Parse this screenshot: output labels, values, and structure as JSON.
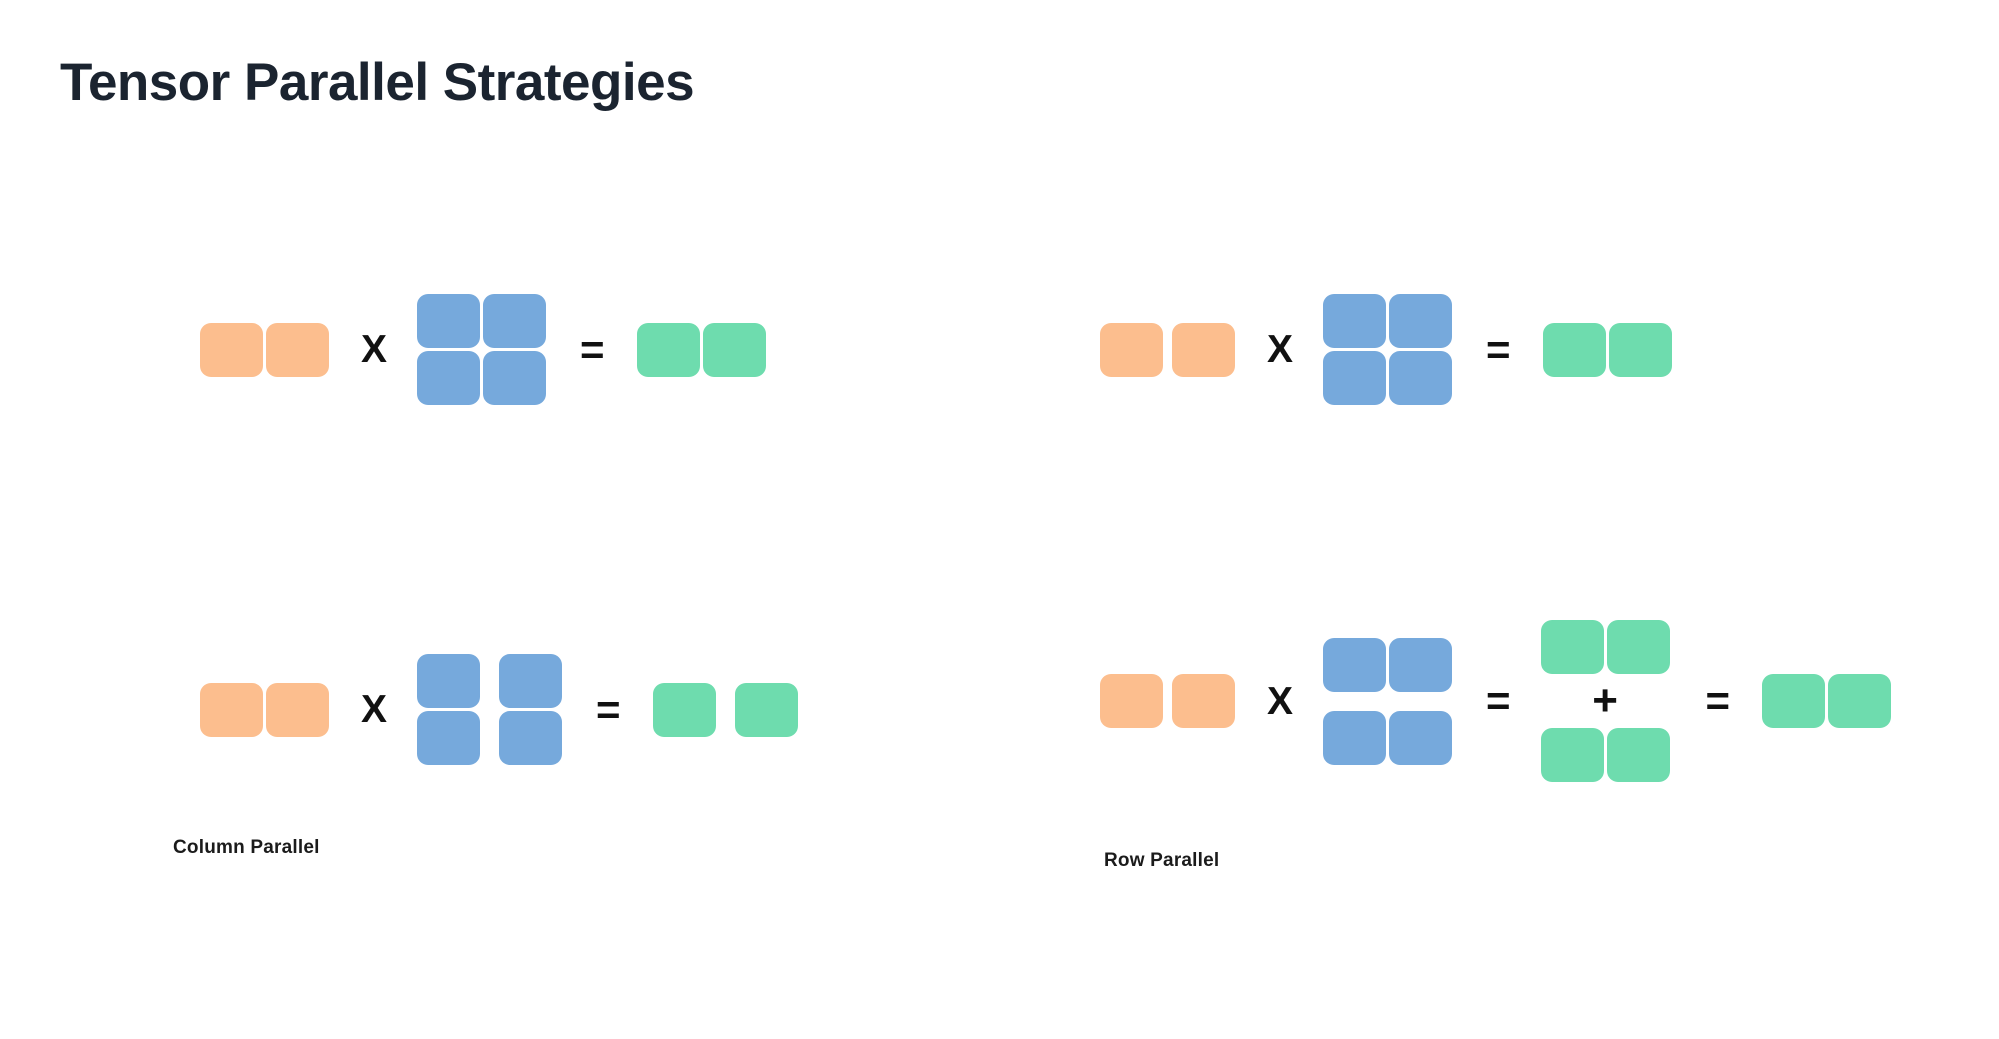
{
  "slide": {
    "title": "Tensor Parallel Strategies",
    "background": "#ffffff"
  },
  "colors": {
    "title_text": "#1b2430",
    "input_orange": "#fcbe8e",
    "weight_blue": "#76a9dc",
    "output_green": "#6edcae",
    "operator_black": "#111111",
    "caption_text": "#1b1b1b"
  },
  "operators": {
    "multiply": "X",
    "equals": "=",
    "plus": "+"
  },
  "panels": [
    {
      "id": "column-parallel-unsharded",
      "caption": "",
      "description": "input row vector times full 2x2 weight matrix equals output row vector",
      "input": {
        "color": "orange",
        "rows": 1,
        "cols": 2,
        "split": "none"
      },
      "weight": {
        "color": "blue",
        "rows": 2,
        "cols": 2,
        "split": "none"
      },
      "output": {
        "color": "green",
        "rows": 1,
        "cols": 2,
        "split": "none"
      }
    },
    {
      "id": "column-parallel-sharded",
      "caption": "Column Parallel",
      "description": "weight matrix sharded by columns, output sharded by columns",
      "input": {
        "color": "orange",
        "rows": 1,
        "cols": 2,
        "split": "none"
      },
      "weight": {
        "color": "blue",
        "rows": 2,
        "cols": 2,
        "split": "column"
      },
      "output": {
        "color": "green",
        "rows": 1,
        "cols": 2,
        "split": "column"
      }
    },
    {
      "id": "row-parallel-unsharded",
      "caption": "",
      "description": "input row vector times full 2x2 weight matrix equals output row vector",
      "input": {
        "color": "orange",
        "rows": 1,
        "cols": 2,
        "split": "column"
      },
      "weight": {
        "color": "blue",
        "rows": 2,
        "cols": 2,
        "split": "none"
      },
      "output": {
        "color": "green",
        "rows": 1,
        "cols": 2,
        "split": "none"
      }
    },
    {
      "id": "row-parallel-sharded",
      "caption": "Row Parallel",
      "description": "weight matrix sharded by rows, partial outputs summed via all-reduce",
      "input": {
        "color": "orange",
        "rows": 1,
        "cols": 2,
        "split": "column"
      },
      "weight": {
        "color": "blue",
        "rows": 2,
        "cols": 2,
        "split": "row"
      },
      "partial_outputs": [
        {
          "color": "green",
          "rows": 1,
          "cols": 2
        },
        {
          "color": "green",
          "rows": 1,
          "cols": 2
        }
      ],
      "output": {
        "color": "green",
        "rows": 1,
        "cols": 2,
        "split": "none"
      }
    }
  ],
  "captions": {
    "column_parallel": "Column Parallel",
    "row_parallel": "Row Parallel"
  }
}
